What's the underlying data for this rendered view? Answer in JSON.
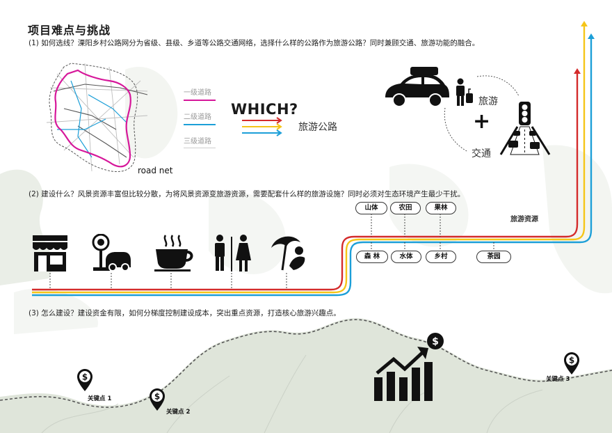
{
  "title": "项目难点与挑战",
  "questions": {
    "q1": "(1) 如何选线？溧阳乡村公路网分为省级、县级、乡道等公路交通网络，选择什么样的公路作为旅游公路？同时兼顾交通、旅游功能的融合。",
    "q2": "(2)  建设什么？风景资源丰富但比较分散，为将风景资源变旅游资源，需要配套什么样的旅游设施？同时必须对生态环境产生最少干扰。",
    "q3": "(3)  怎么建设？建设资金有限，如何分梯度控制建设成本，突出重点资源，打造核心旅游兴趣点。"
  },
  "road_legend": [
    {
      "label": "一级道路",
      "color": "#d6179a"
    },
    {
      "label": "二级道路",
      "color": "#1c9fd8"
    },
    {
      "label": "三级道路",
      "color": "#cfcfcf"
    }
  ],
  "road_net_label": "road net",
  "which_label": "WHICH?",
  "tourism_road_label": "旅游公路",
  "tourism_label": "旅游",
  "traffic_label": "交通",
  "plus_sign": "+",
  "line_colors": {
    "red": "#d42b2b",
    "yellow": "#f5c518",
    "blue": "#1c9fd8"
  },
  "facility_icons": [
    "shop-icon",
    "parking-icon",
    "coffee-icon",
    "restroom-icon",
    "beach-umbrella-icon"
  ],
  "resources_top": [
    "山体",
    "农田",
    "果林"
  ],
  "resources_bottom": [
    "森 林",
    "水体",
    "乡村",
    "茶园"
  ],
  "resources_label": "旅游资源",
  "key_points": [
    "关键点 1",
    "关键点 2",
    "关键点 3"
  ]
}
